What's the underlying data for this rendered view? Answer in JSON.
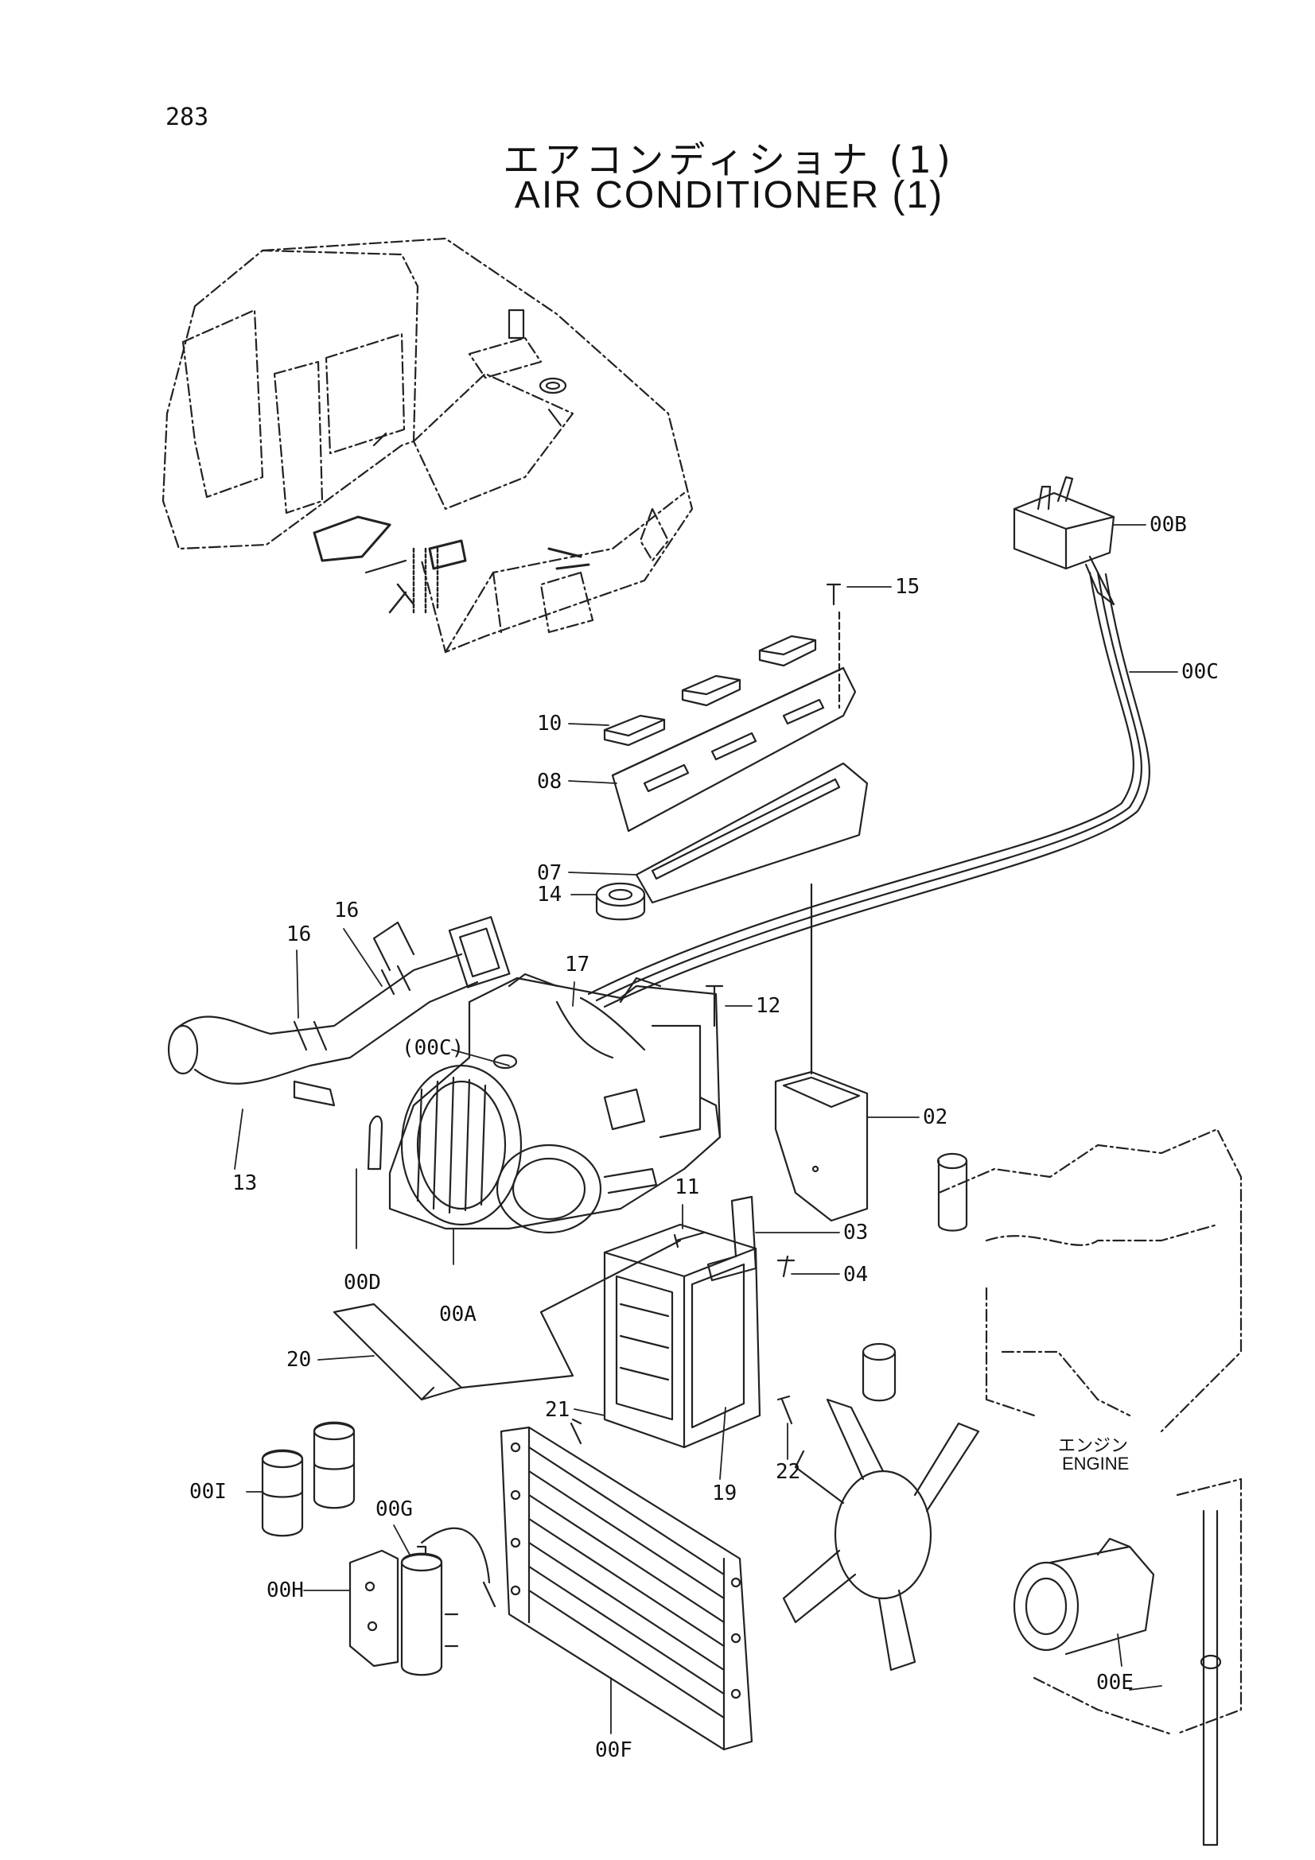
{
  "page": {
    "number": "283"
  },
  "title": {
    "jp": "エアコンディショナ (1)",
    "en": "AIR CONDITIONER (1)"
  },
  "engine_label": {
    "jp": "エンジン",
    "en": "ENGINE"
  },
  "callouts": {
    "00B": "00B",
    "00C": "00C",
    "15": "15",
    "10": "10",
    "08": "08",
    "07": "07",
    "14": "14",
    "16a": "16",
    "16b": "16",
    "17": "17",
    "12": "12",
    "00C_ref": "(00C)",
    "13": "13",
    "02": "02",
    "11": "11",
    "03": "03",
    "04": "04",
    "00D": "00D",
    "00A": "00A",
    "20": "20",
    "21": "21",
    "22": "22",
    "19": "19",
    "00I": "00I",
    "00G": "00G",
    "00H": "00H",
    "00F": "00F",
    "00E": "00E"
  }
}
